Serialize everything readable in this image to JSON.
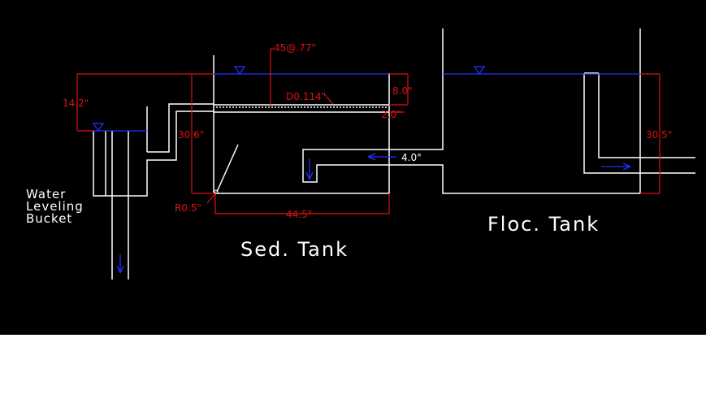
{
  "colors": {
    "background": "#000000",
    "lower_background": "#ffffff",
    "outline": "#ffffff",
    "dimension": "#e01010",
    "water": "#2030ff"
  },
  "labels": {
    "sed_tank": "Sed. Tank",
    "floc_tank": "Floc. Tank",
    "bucket_line1": "Water",
    "bucket_line2": "Leveling",
    "bucket_line3": "Bucket"
  },
  "dimensions": {
    "plate_spacing": "45@.77\"",
    "bucket_drop": "14.2\"",
    "sed_height": "30.6\"",
    "top_depth": "8.0\"",
    "plate_depth": "2.0\"",
    "orifice_diameter": "D0.114\"",
    "channel_width": "4.0\"",
    "floc_height": "30.5\"",
    "corner_radius": "R0.5\"",
    "sed_length": "44.5\""
  },
  "icons": {
    "water_level_markers": "triangle-down-icon",
    "flow_arrows": "arrow-icon"
  }
}
